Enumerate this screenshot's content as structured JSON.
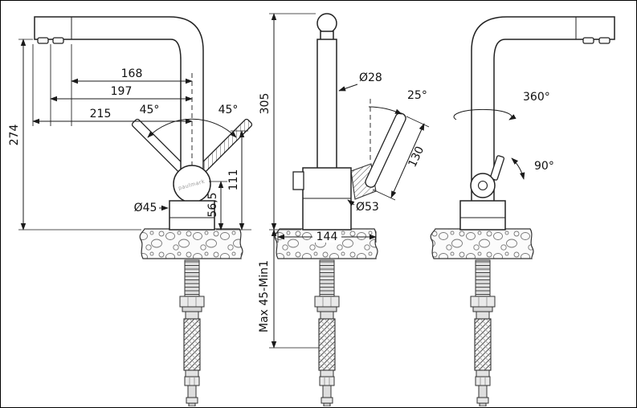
{
  "brand": "paulmark",
  "views": {
    "side_left": {
      "dim_spout_inner": "168",
      "dim_spout_mid": "197",
      "dim_spout_full": "215",
      "dim_height": "274",
      "angle_lever_left": "45°",
      "angle_lever_right": "45°",
      "dia_body": "Ø45",
      "dim_pivot_height": "111",
      "dim_body_height": "56,5"
    },
    "front": {
      "dim_height": "305",
      "dia_spout": "Ø28",
      "angle_lever": "25°",
      "dim_lever_length": "130",
      "dia_body": "Ø53",
      "dim_base_width": "144",
      "dim_mount_thickness": "Max 45-Min1"
    },
    "side_right": {
      "angle_spout_rotation": "360°",
      "angle_handle": "90°"
    }
  }
}
